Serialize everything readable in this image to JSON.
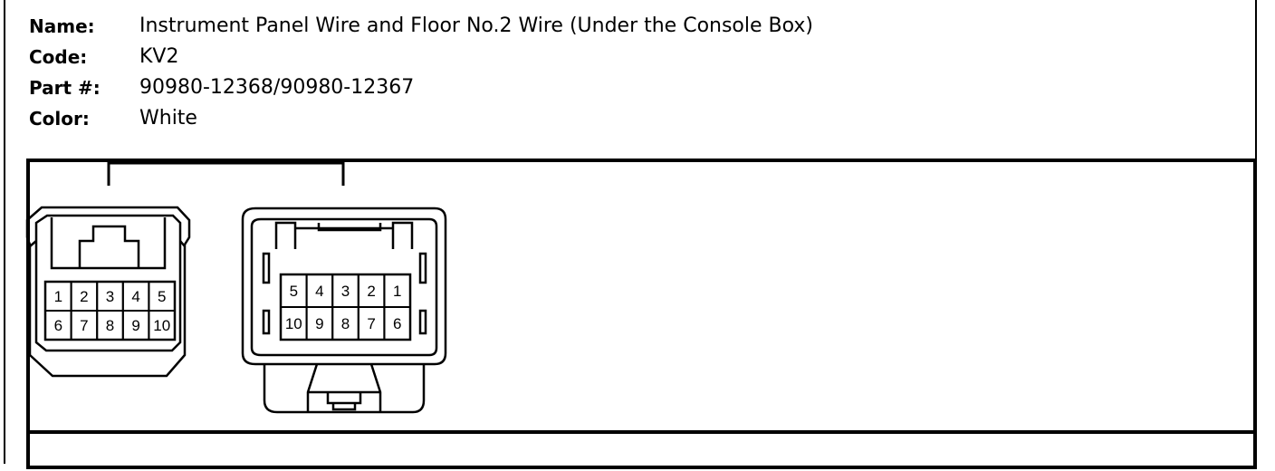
{
  "info": {
    "name_label": "Name:",
    "name_value": "Instrument Panel Wire and Floor No.2 Wire (Under the Console Box)",
    "code_label": "Code:",
    "code_value": "KV2",
    "part_label": "Part #:",
    "part_value": "90980-12368/90980-12367",
    "color_label": "Color:",
    "color_value": "White"
  },
  "connectors": {
    "left": {
      "top_row": [
        "1",
        "2",
        "3",
        "4",
        "5"
      ],
      "bottom_row": [
        "6",
        "7",
        "8",
        "9",
        "10"
      ]
    },
    "right": {
      "top_row": [
        "5",
        "4",
        "3",
        "2",
        "1"
      ],
      "bottom_row": [
        "10",
        "9",
        "8",
        "7",
        "6"
      ]
    }
  }
}
